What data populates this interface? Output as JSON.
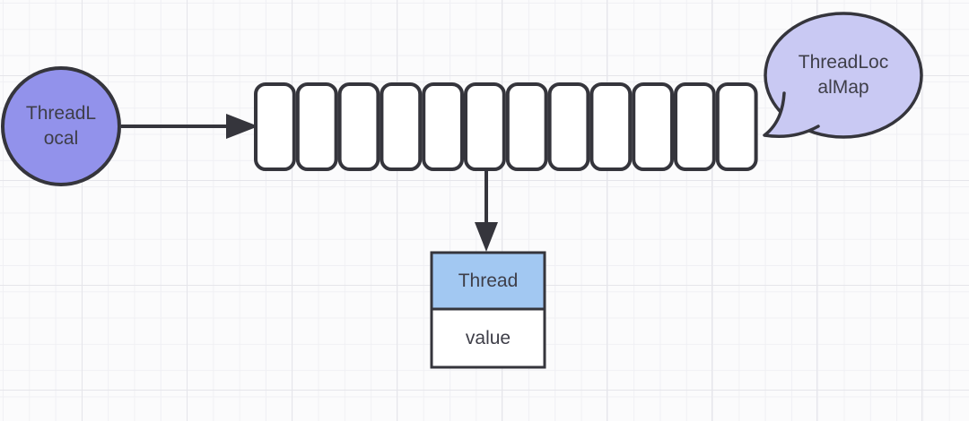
{
  "colors": {
    "canvas_bg": "#fbfbfc",
    "grid_minor": "#f0f0f4",
    "grid_major": "#e5e5ea",
    "stroke_dark": "#35353c",
    "text_dark": "#3e3e48",
    "threadlocal_fill": "#9292eb",
    "bubble_fill": "#c9c9f3",
    "slot_fill": "#ffffff",
    "thread_header_fill": "#a2c8f2",
    "value_cell_fill": "#ffffff"
  },
  "nodes": {
    "threadlocal": {
      "line1": "ThreadL",
      "line2": "ocal"
    },
    "map_bubble": {
      "line1": "ThreadLoc",
      "line2": "alMap"
    },
    "slot_array": {
      "count": 12
    },
    "entry": {
      "header": "Thread",
      "value": "value"
    }
  }
}
